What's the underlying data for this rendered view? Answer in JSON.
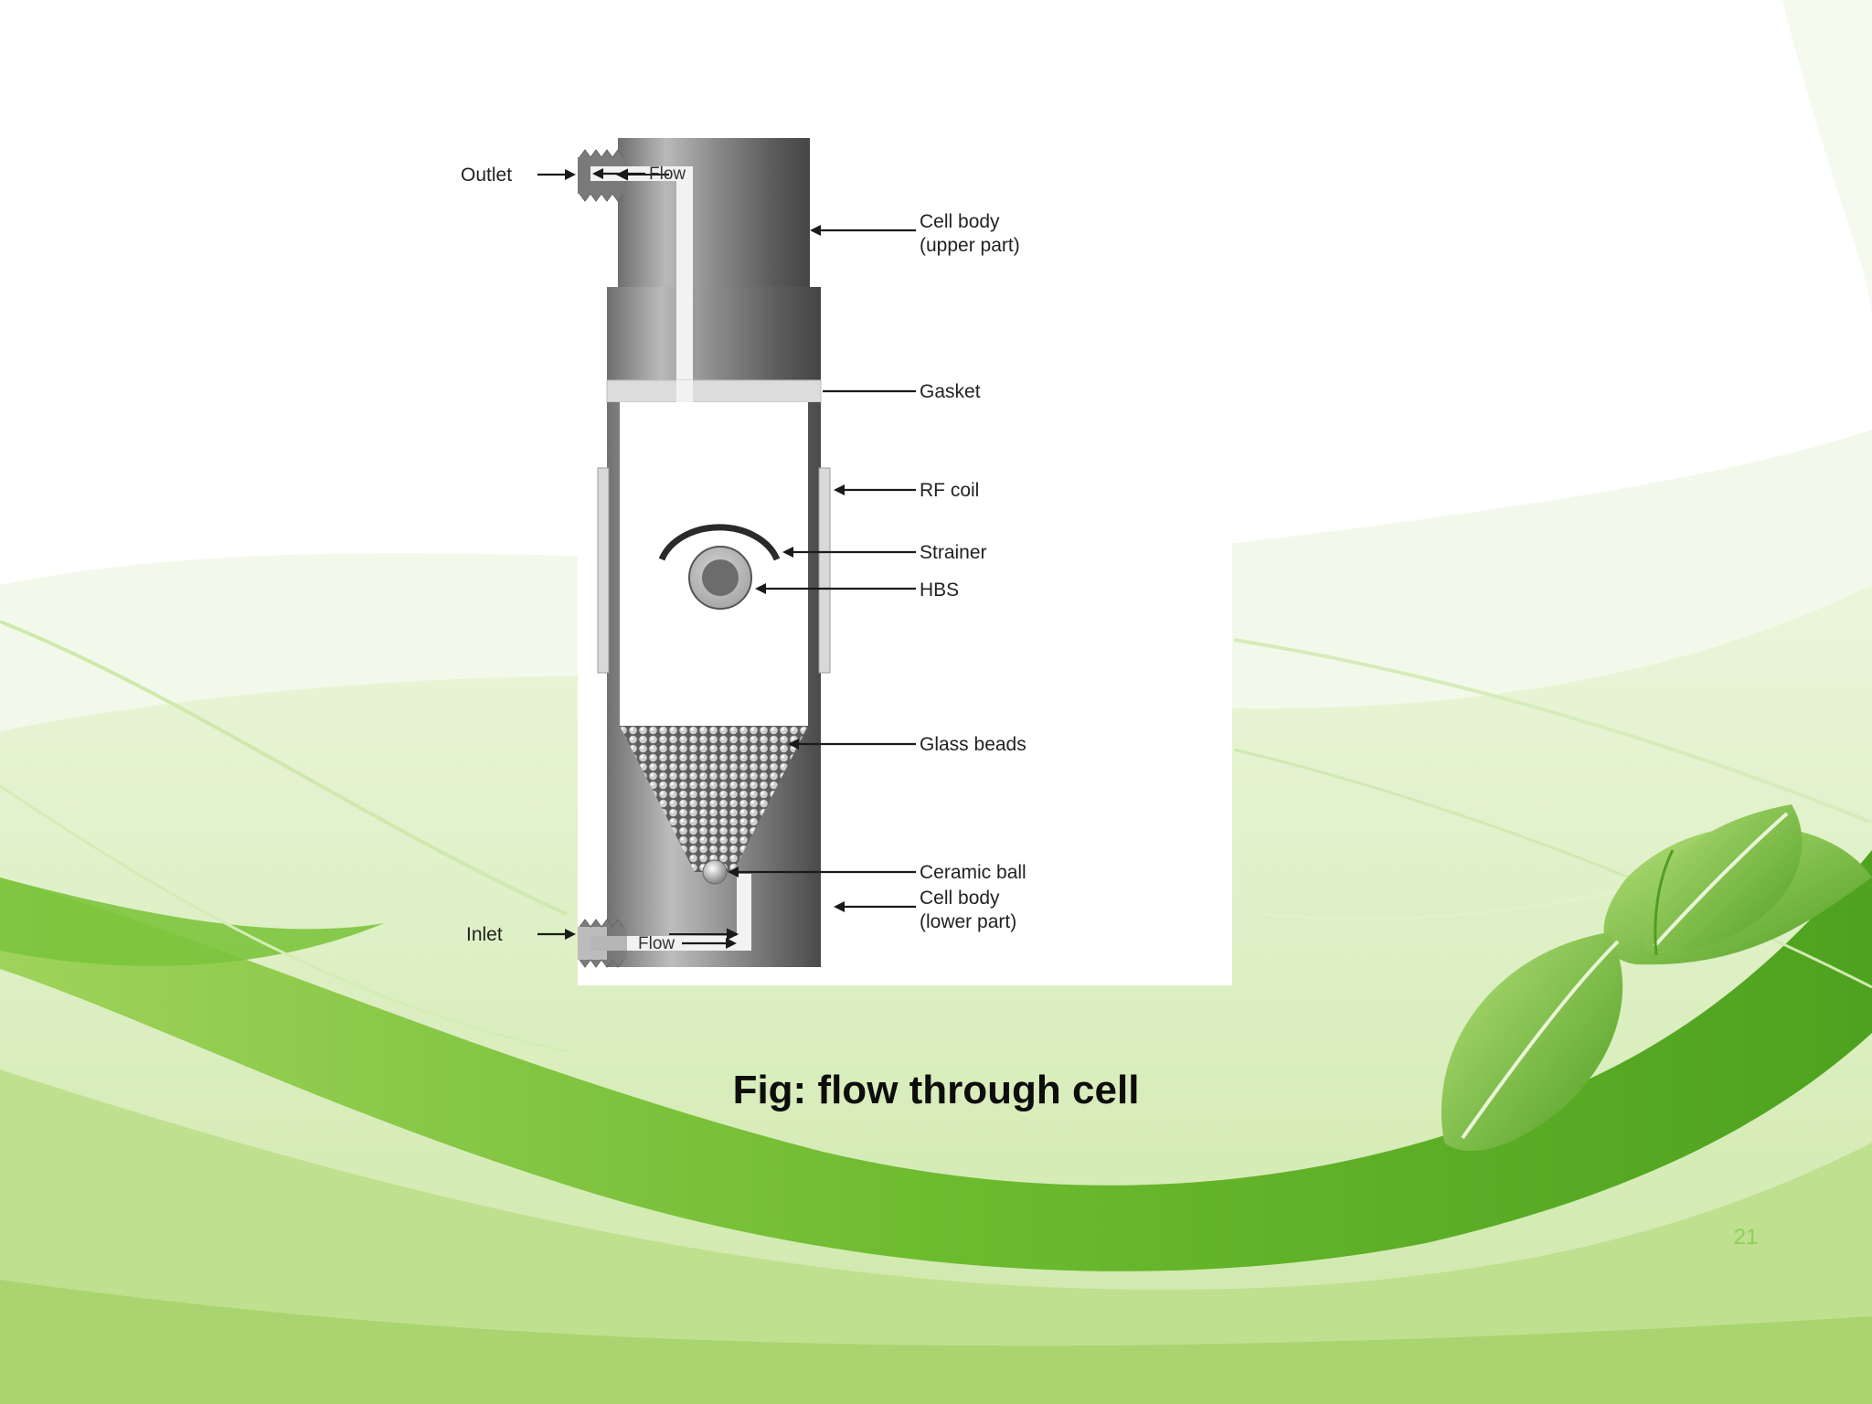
{
  "slide": {
    "caption": "Fig: flow through cell",
    "page_number": "21"
  },
  "diagram": {
    "labels": {
      "outlet": "Outlet",
      "inlet": "Inlet",
      "flow_top": "Flow",
      "flow_bottom": "Flow",
      "cell_body_upper_1": "Cell body",
      "cell_body_upper_2": "(upper part)",
      "gasket": "Gasket",
      "rf_coil": "RF coil",
      "strainer": "Strainer",
      "hbs": "HBS",
      "glass_beads": "Glass beads",
      "ceramic_ball": "Ceramic ball",
      "cell_body_lower_1": "Cell body",
      "cell_body_lower_2": "(lower part)"
    }
  },
  "colors": {
    "accent_green": "#7dc242",
    "dark_green": "#3f9a1c",
    "leaf_light": "#a8d96a",
    "page_number": "#8fcf5a"
  }
}
